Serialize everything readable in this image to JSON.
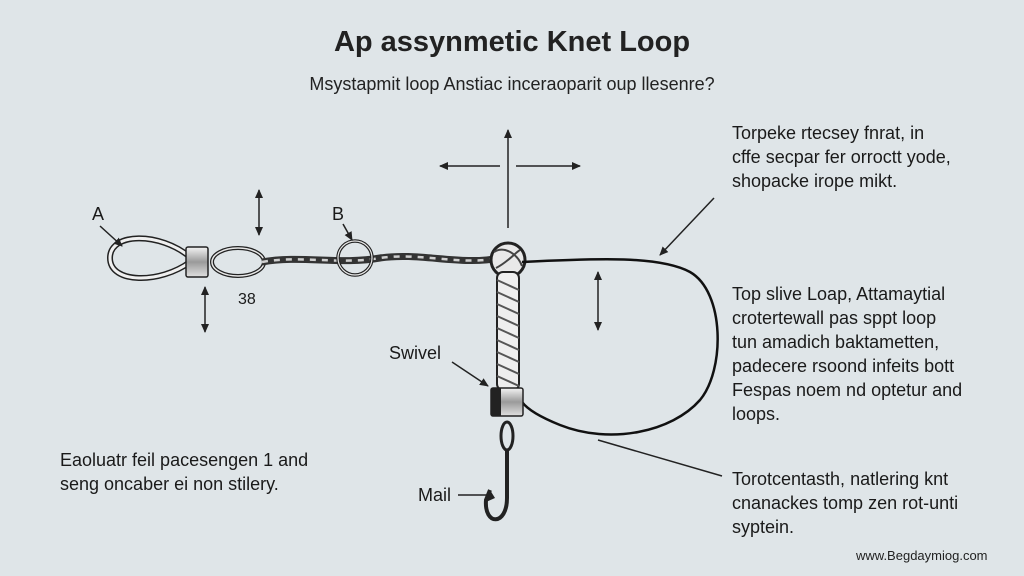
{
  "header": {
    "title": "Ap assynmetic Knet Loop",
    "subtitle": "Msystapmit loop Anstiac inceraoparit oup llesenre?"
  },
  "labels": {
    "a": "A",
    "b": "B",
    "measure": "38",
    "swivel": "Swivel",
    "mail": "Mail"
  },
  "notes": {
    "top_right": [
      "Torpeke rtecsey fnrat, in",
      "cffe secpar fer orroctt yode,",
      "shopacke irope mikt."
    ],
    "mid_right": [
      "Top slive Loap, Attamaytial",
      "crotertewall pas sppt loop",
      "tun amadich baktametten,",
      "padecere rsoond infeits bott",
      "Fespas noem nd optetur and",
      "loops."
    ],
    "bottom_right": [
      "Torotcentasth, natlering knt",
      "cnanackes tomp zen rot-unti",
      "syptein."
    ],
    "bottom_left": [
      "Eaoluatr feil pacesengen 1 and",
      "seng oncaber ei non stilery."
    ]
  },
  "footer": {
    "website": "www.Begdaymiog.com"
  }
}
